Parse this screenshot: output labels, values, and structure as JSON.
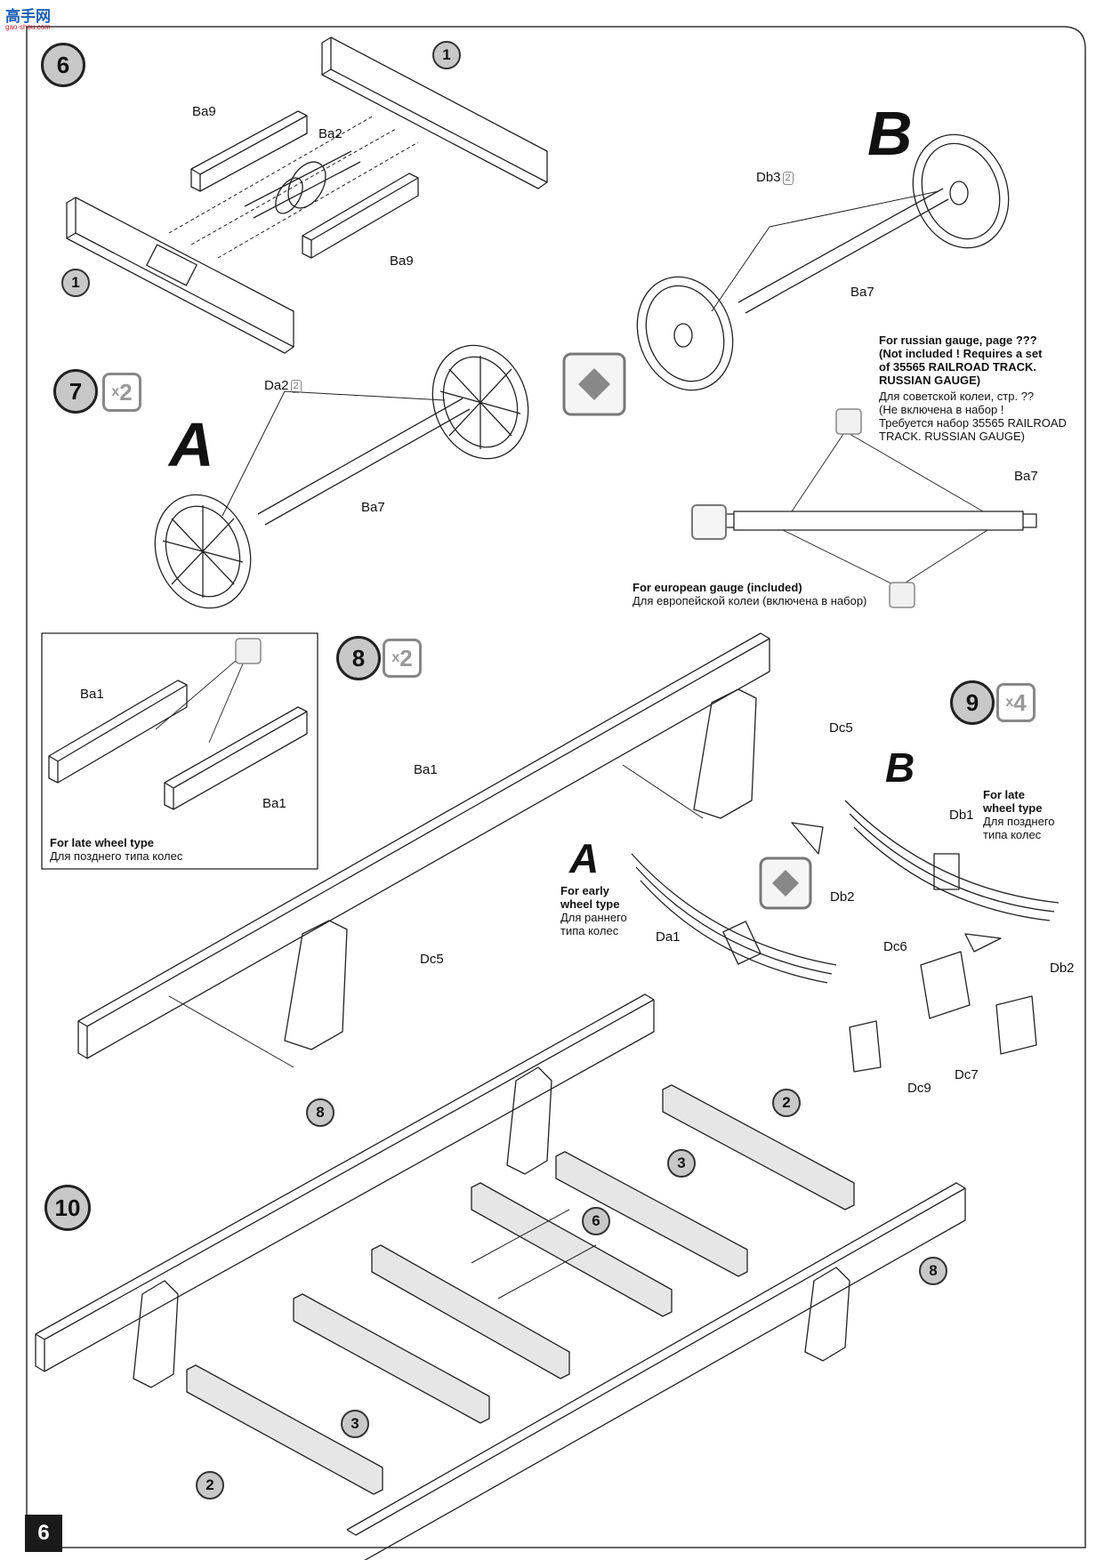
{
  "header": {
    "logo_text": "高手网",
    "logo_sub": "gao-shou.com"
  },
  "page_number": "6",
  "steps": {
    "s6": {
      "number": "6",
      "label_B": "B"
    },
    "s7": {
      "number": "7",
      "multiplier": "2",
      "label_A": "A"
    },
    "s8": {
      "number": "8",
      "multiplier": "2"
    },
    "s9": {
      "number": "9",
      "multiplier": "4",
      "label_A": "A",
      "label_B": "B"
    },
    "s10": {
      "number": "10"
    }
  },
  "part_callouts": {
    "one": "1",
    "two": "2",
    "three": "3",
    "six": "6",
    "eight": "8"
  },
  "parts": {
    "Ba9": "Ba9",
    "Ba2": "Ba2",
    "Ba7": "Ba7",
    "Da2": "Da2",
    "Db3": "Db3",
    "Ba1": "Ba1",
    "Dc5": "Dc5",
    "Da1": "Da1",
    "Db1": "Db1",
    "Db2": "Db2",
    "Dc6": "Dc6",
    "Dc7": "Dc7",
    "Dc9": "Dc9",
    "qty2": "2"
  },
  "notes": {
    "russian_en": [
      "For russian gauge, page ???",
      "(Not included ! Requires a set",
      "of 35565 RAILROAD TRACK.",
      "RUSSIAN GAUGE)"
    ],
    "russian_ru": [
      "Для советской колеи, стр. ??",
      "(Не включена в набор !",
      "Требуется набор 35565 RAILROAD",
      "TRACK. RUSSIAN GAUGE)"
    ],
    "european_en": "For european gauge (included)",
    "european_ru": "Для европейской колеи (включена в набор)",
    "late_en": "For late wheel type",
    "late_ru": "Для позднего типа колес",
    "late2_en": [
      "For late",
      "wheel type"
    ],
    "late2_ru": [
      "Для позднего",
      "типа колес"
    ],
    "early_en": [
      "For early",
      "wheel type"
    ],
    "early_ru": [
      "Для раннего",
      "типа колес"
    ]
  }
}
